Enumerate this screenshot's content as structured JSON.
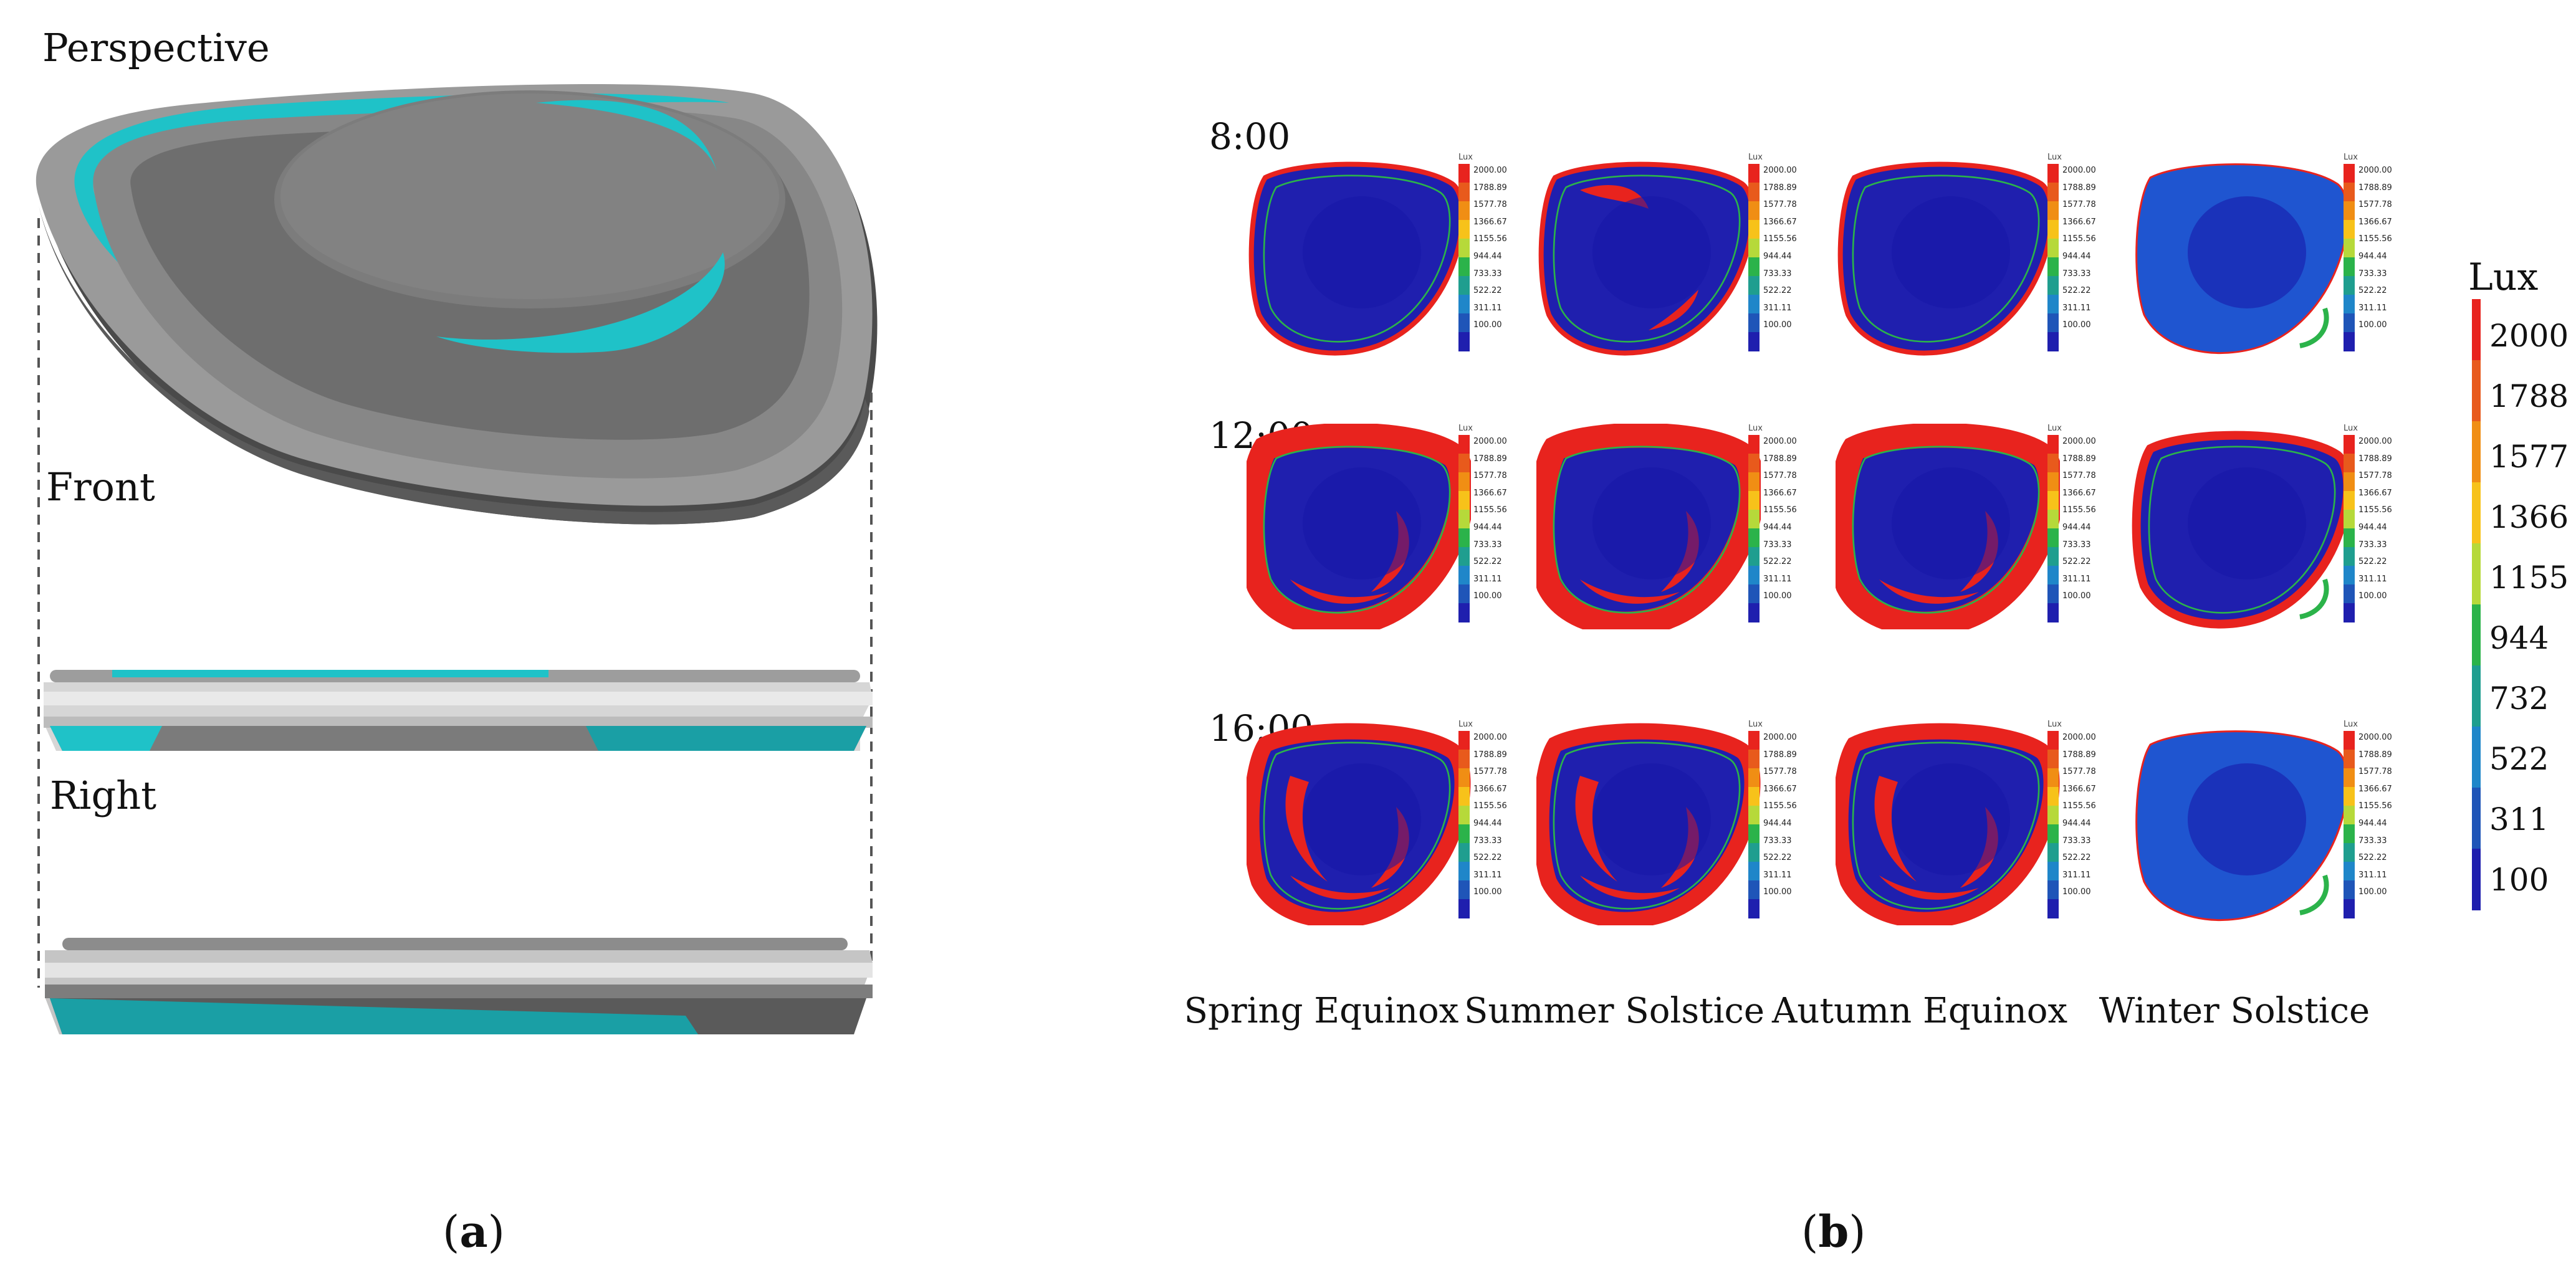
{
  "left_panel": {
    "views": [
      "Perspective",
      "Front",
      "Right"
    ],
    "caption": "a"
  },
  "right_panel": {
    "times": [
      "8:00",
      "12:00",
      "16:00"
    ],
    "seasons": [
      "Spring Equinox",
      "Summer Solstice",
      "Autumn Equinox",
      "Winter Solstice"
    ],
    "mini_legend_unit": "Lux",
    "mini_legend_ticks": [
      "2000.00",
      "1788.89",
      "1577.78",
      "1366.67",
      "1155.56",
      "944.44",
      "733.33",
      "522.22",
      "311.11",
      "100.00"
    ],
    "caption": "b"
  },
  "legend": {
    "title": "Lux",
    "ticks": [
      "2000",
      "1788",
      "1577",
      "1366",
      "1155",
      "944",
      "732",
      "522",
      "311",
      "100"
    ],
    "colors": [
      "#e8231e",
      "#e85a1c",
      "#f08e14",
      "#f7c21a",
      "#b6d93a",
      "#2bb34a",
      "#1f9e8f",
      "#1f86c9",
      "#1f55b8",
      "#1f1fae"
    ]
  },
  "colors": {
    "model_gray": "#8a8a8a",
    "accent_cyan": "#1fc2c8"
  }
}
